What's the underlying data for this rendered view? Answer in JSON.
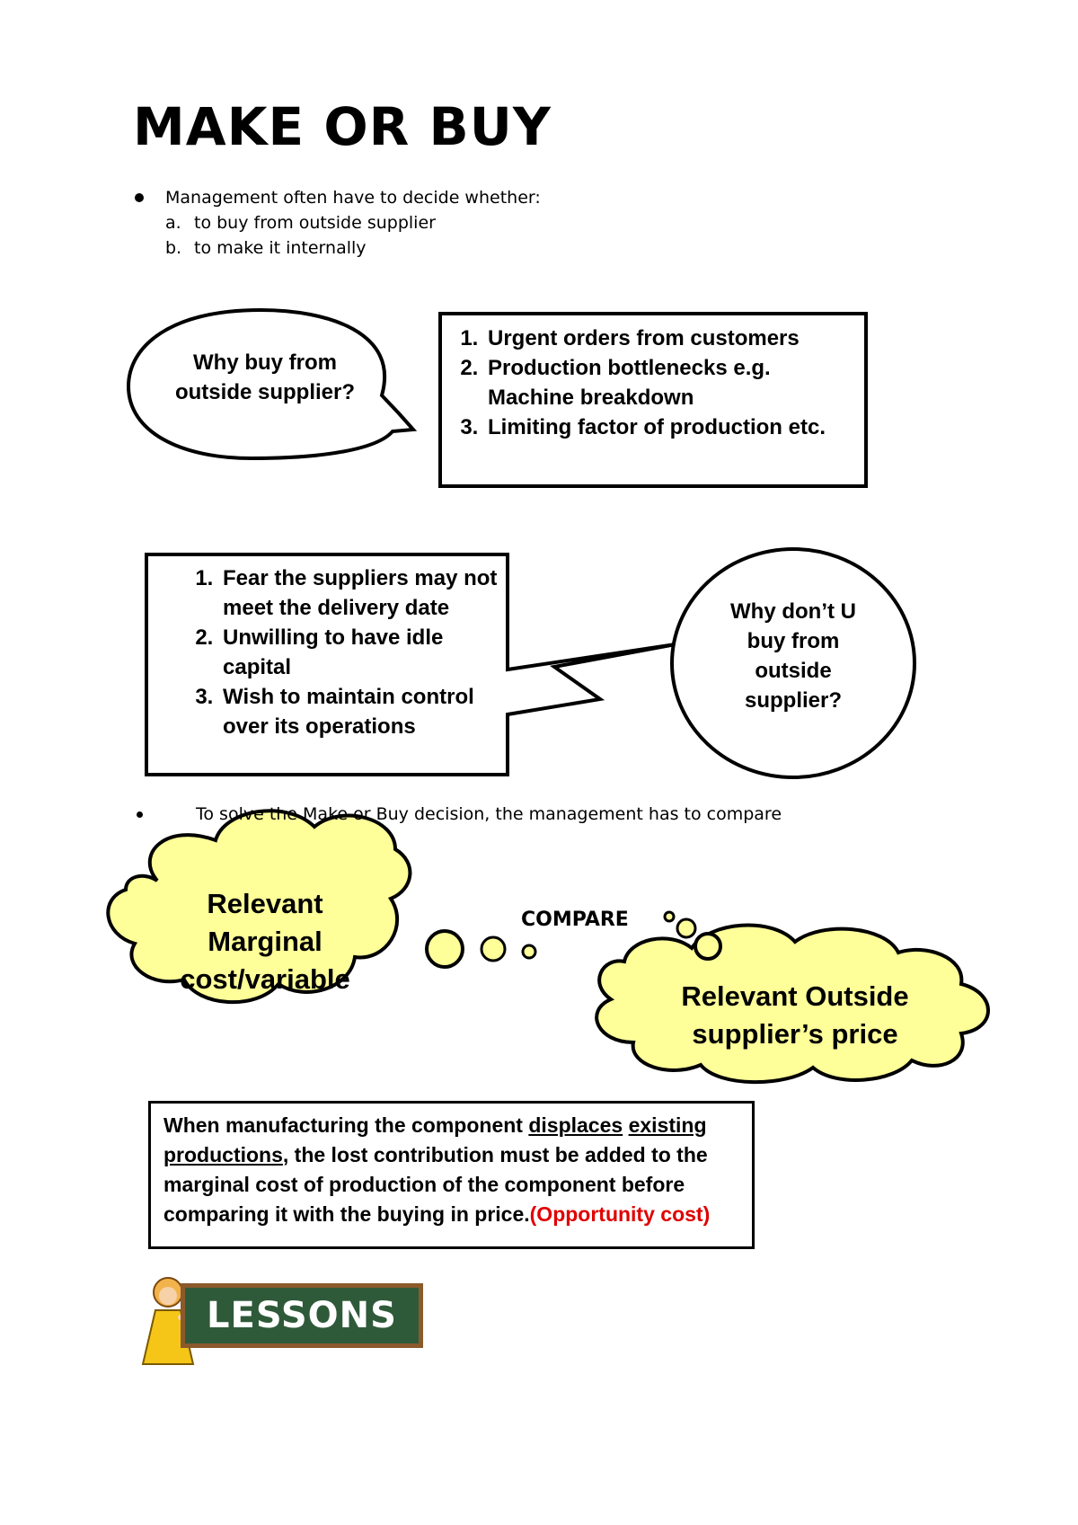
{
  "title": "MAKE OR BUY",
  "intro": {
    "lead": "Management often have to decide whether:",
    "options": [
      {
        "label": "a.",
        "text": "to buy from outside supplier"
      },
      {
        "label": "b.",
        "text": "to make it internally"
      }
    ]
  },
  "why_buy": {
    "question": "Why buy from outside supplier?",
    "reasons": [
      "Urgent orders from customers",
      "Production bottlenecks e.g. Machine breakdown",
      "Limiting factor of production etc."
    ]
  },
  "why_not_buy": {
    "question": "Why don’t U buy from outside supplier?",
    "reasons": [
      "Fear the suppliers may not meet the delivery date",
      "Unwilling to have idle capital",
      "Wish to maintain control over its operations"
    ]
  },
  "compare_intro": "To solve the Make or Buy decision, the management has to compare",
  "compare": {
    "left": "Relevant Marginal cost/variable",
    "word": "COMPARE",
    "right": "Relevant Outside supplier’s price"
  },
  "note": {
    "part1": "When manufacturing the component ",
    "u1": "displaces",
    "space": " ",
    "u2": "existing productions",
    "part2": ", the lost contribution must be added to the marginal cost of production of the component before comparing it with the buying in price.",
    "highlight": "(Opportunity cost)",
    "highlight_color": "#e00000"
  },
  "badge": {
    "label": "LESSONS"
  }
}
